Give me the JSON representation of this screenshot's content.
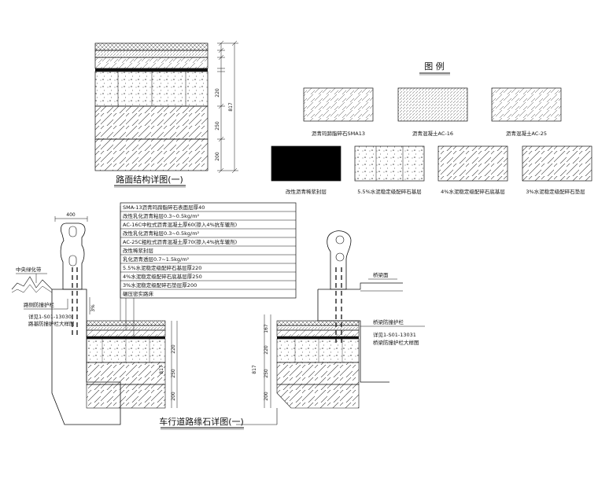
{
  "section_detail": {
    "title": "路面结构详图(一)",
    "dims": [
      "220",
      "250",
      "200"
    ],
    "total": "817"
  },
  "legend": {
    "title": "图 例",
    "items": [
      "沥青玛蹄脂碎石SMA13",
      "沥青混凝土AC-16",
      "沥青混凝土AC-25",
      "改性沥青稀浆封层",
      "5.5%水泥稳定级配碎石基层",
      "4%水泥稳定级配碎石底基层",
      "3%水泥稳定级配碎石垫层"
    ]
  },
  "curb_detail": {
    "title": "车行道路缘石详图(一)",
    "width_label": "400",
    "median_label": "中央绿化带",
    "left_callout": [
      "路侧防撞护栏",
      "详见1-S01-13030",
      "路基防撞护栏大样图"
    ],
    "right_callout": [
      "桥梁防撞护栏",
      "详见1-S01-13031",
      "桥梁防撞护栏大样图"
    ],
    "deck_label": "桥梁面",
    "left_dims": [
      "220",
      "250",
      "200"
    ],
    "left_total": "817",
    "left_small": "3%",
    "right_dims": [
      "167",
      "220",
      "250",
      "200"
    ],
    "right_total": "817",
    "notes": [
      "SMA-13沥青玛蹄脂碎石表面层厚40",
      "改性乳化沥青粘层0.3~0.5kg/m²",
      "AC-16C中粒式沥青混凝土厚60(掺入4%抗车辙剂)",
      "改性乳化沥青粘层0.3~0.5kg/m²",
      "AC-25C粗粒式沥青混凝土厚70(掺入4%抗车辙剂)",
      "改性稀浆封层",
      "乳化沥青透层0.7~1.5kg/m²",
      "5.5%水泥稳定级配碎石基层厚220",
      "4%水泥稳定级配碎石底基层厚250",
      "3%水泥稳定级配碎石垫层厚200",
      "碾压密实路床"
    ]
  }
}
